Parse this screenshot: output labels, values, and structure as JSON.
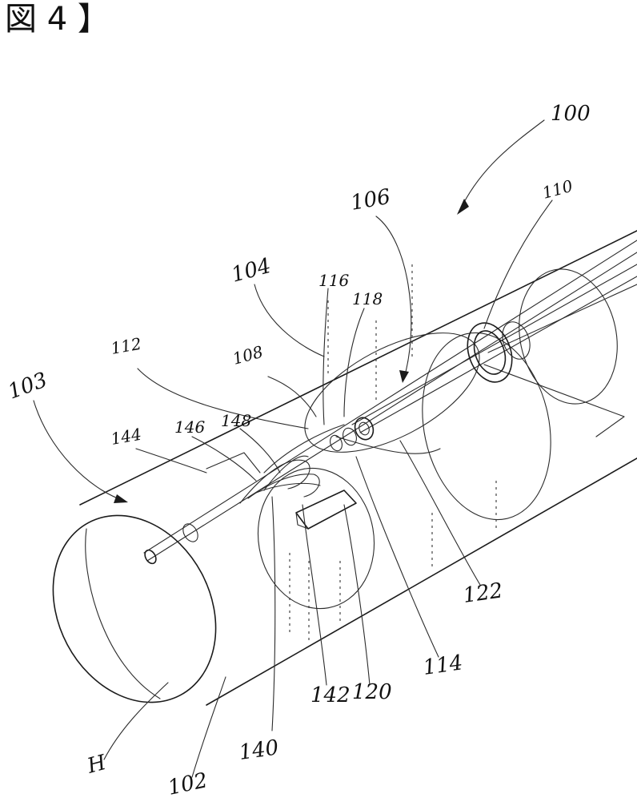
{
  "figure": {
    "title_glyph": "図",
    "title_number": "4",
    "title_bracket": "】"
  },
  "labels": {
    "l100": "100",
    "l103": "103",
    "l104": "104",
    "l106": "106",
    "l108": "108",
    "l110": "110",
    "l112": "112",
    "l114": "114",
    "l116": "116",
    "l118": "118",
    "l120": "120",
    "l122": "122",
    "l140": "140",
    "l142": "142",
    "l144": "144",
    "l146": "146",
    "l148": "148",
    "l102": "102",
    "lH": "H"
  }
}
